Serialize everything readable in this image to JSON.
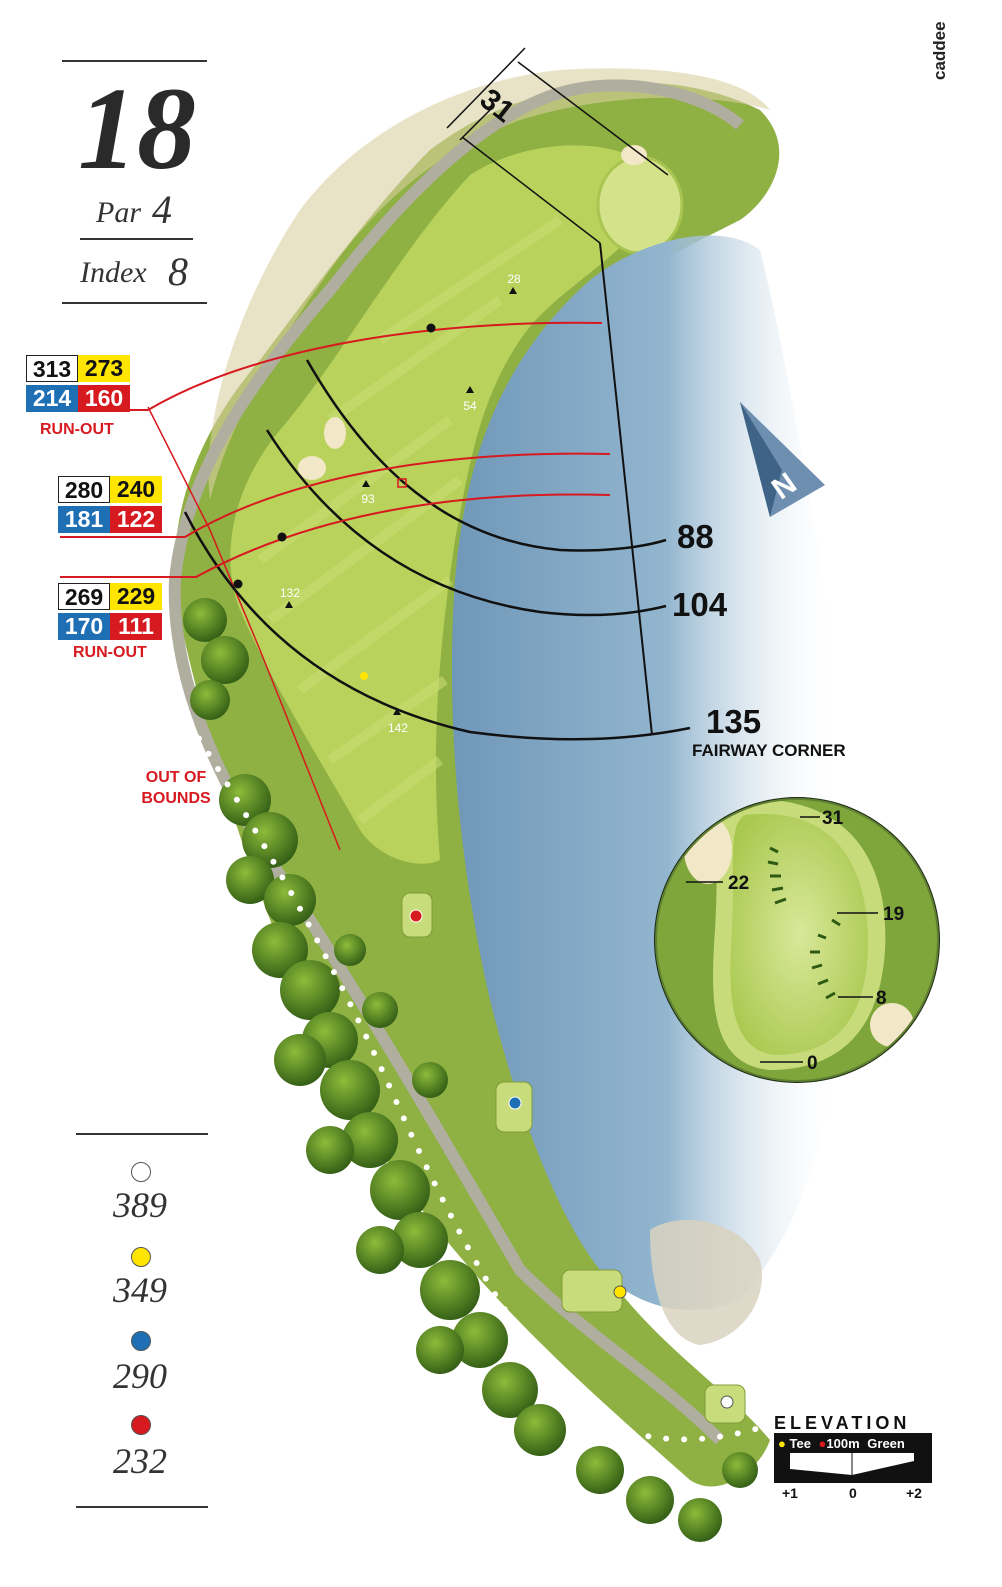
{
  "hole": {
    "number": "18",
    "par_label": "Par",
    "par": "4",
    "index_label": "Index",
    "index": "8"
  },
  "brand": "caddee",
  "tees": [
    {
      "color": "#ffffff",
      "distance": "389"
    },
    {
      "color": "#ffe500",
      "distance": "349"
    },
    {
      "color": "#1f6fb5",
      "distance": "290"
    },
    {
      "color": "#d71920",
      "distance": "232"
    }
  ],
  "targets": [
    {
      "white": "313",
      "yellow": "273",
      "blue": "214",
      "red": "160",
      "note": "RUN-OUT"
    },
    {
      "white": "280",
      "yellow": "240",
      "blue": "181",
      "red": "122",
      "note": ""
    },
    {
      "white": "269",
      "yellow": "229",
      "blue": "170",
      "red": "111",
      "note": "RUN-OUT"
    }
  ],
  "out_of_bounds": {
    "line1": "OUT OF",
    "line2": "BOUNDS"
  },
  "distance_arcs": [
    {
      "value": "88",
      "note": ""
    },
    {
      "value": "104",
      "note": ""
    },
    {
      "value": "135",
      "note": "FAIRWAY CORNER"
    }
  ],
  "green_depth": "31",
  "yardage_markers": [
    "28",
    "54",
    "93",
    "132",
    "142"
  ],
  "north_label": "N",
  "green_inset_markers": [
    "31",
    "22",
    "19",
    "8",
    "0"
  ],
  "elevation": {
    "title": "ELEVATION",
    "legend_tee": "Tee",
    "legend_100m": "100m",
    "legend_green": "Green",
    "ticks": [
      "+1",
      "0",
      "+2"
    ]
  },
  "colors": {
    "water": "#8fb4cf",
    "fairway": "#b4cf5a",
    "rough": "#7ea83a",
    "sand": "#efe2bf",
    "trees": "#4f7a24",
    "path": "#a8a69a",
    "target_line": "#d71920"
  }
}
